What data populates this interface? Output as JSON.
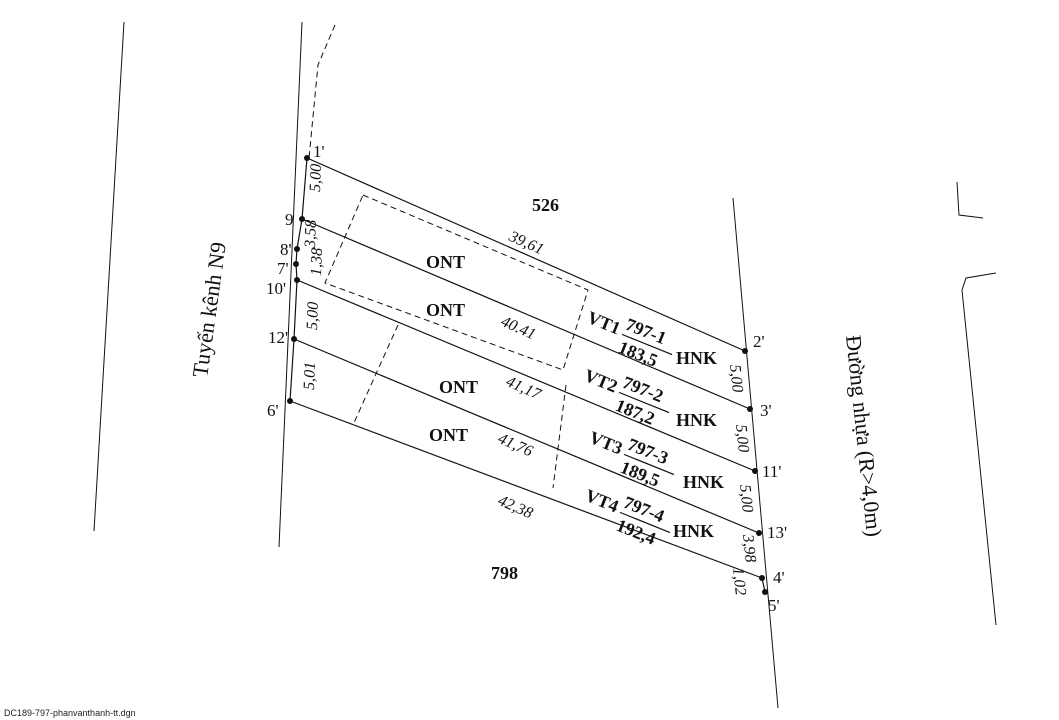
{
  "document": {
    "filename": "DC189-797-phanvanthanh-tt.dgn"
  },
  "roads": {
    "canal": "Tuyến kênh N9",
    "asphalt": "Đường nhựa (R>4,0m)"
  },
  "neighbor_parcels": {
    "north": "526",
    "south": "798"
  },
  "points": [
    "1'",
    "9",
    "8'",
    "7'",
    "10'",
    "12'",
    "6'",
    "2'",
    "3'",
    "11'",
    "13'",
    "4'",
    "5'"
  ],
  "left_edge_dims": [
    "5,00",
    "3,58",
    "1,38",
    "5,00",
    "5,01"
  ],
  "right_edge_dims": [
    "5,00",
    "5,00",
    "5,00",
    "3,98",
    "1,02"
  ],
  "long_dims": [
    "39,61",
    "40.41",
    "41,17",
    "41,76",
    "42,38"
  ],
  "land_use": {
    "ont": "ONT",
    "hnk": "HNK"
  },
  "plots": [
    {
      "name": "VT1",
      "parcel": "797-1",
      "area": "183,5"
    },
    {
      "name": "VT2",
      "parcel": "797-2",
      "area": "187,2"
    },
    {
      "name": "VT3",
      "parcel": "797-3",
      "area": "189,5"
    },
    {
      "name": "VT4",
      "parcel": "797-4",
      "area": "192,4"
    }
  ],
  "colors": {
    "line": "#111111",
    "background": "#ffffff"
  }
}
